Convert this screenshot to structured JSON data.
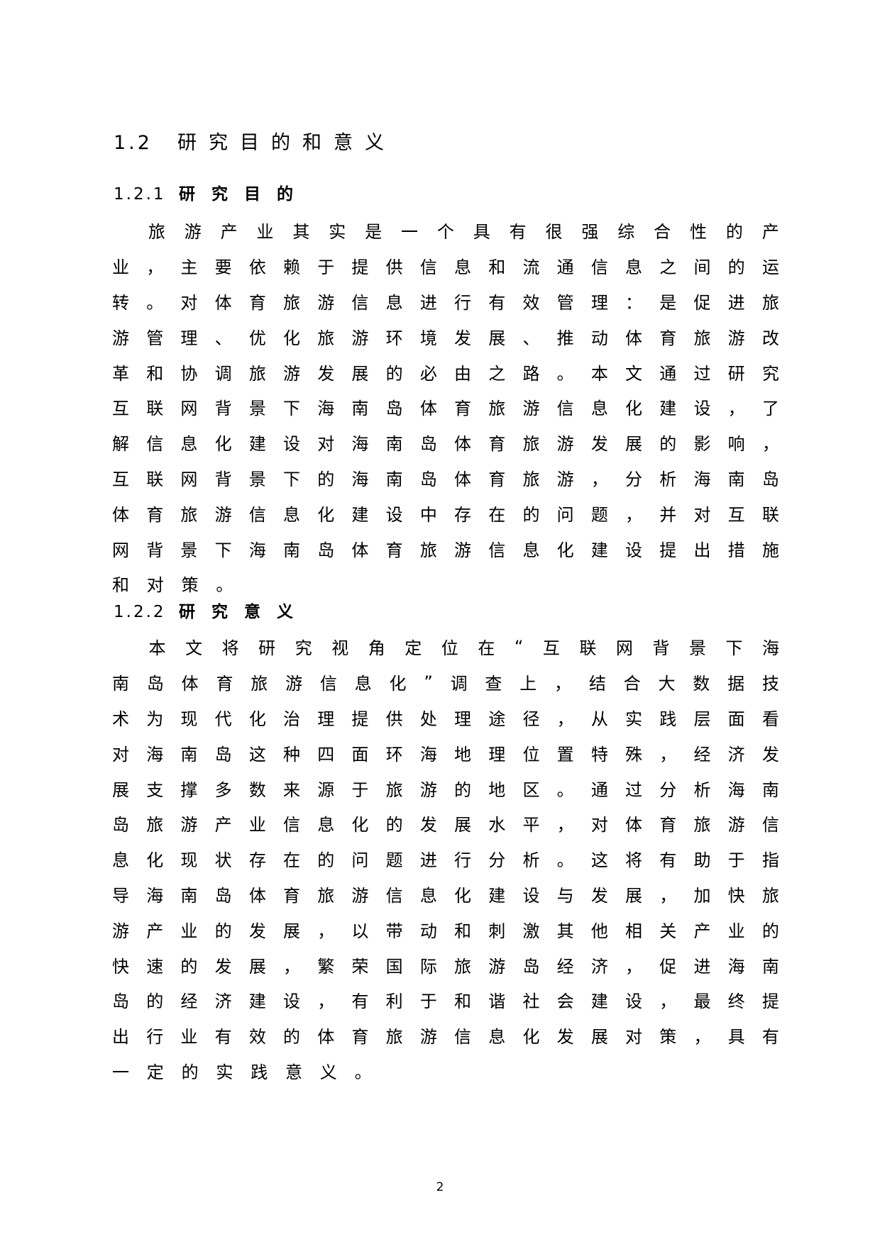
{
  "document": {
    "section": {
      "number": "1.2",
      "title": "研究目的和意义"
    },
    "subsections": [
      {
        "number": "1.2.1",
        "title": "研究目的",
        "lines": [
          "　旅游产业其实是一个具有很强综合性的产",
          "业，主要依赖于提供信息和流通信息之间的运",
          "转。对体育旅游信息进行有效管理：是促进旅",
          "游管理、优化旅游环境发展、推动体育旅游改",
          "革和协调旅游发展的必由之路。本文通过研究",
          "互联网背景下海南岛体育旅游信息化建设，了",
          "解信息化建设对海南岛体育旅游发展的影响，",
          "互联网背景下的海南岛体育旅游，分析海南岛",
          "体育旅游信息化建设中存在的问题，并对互联",
          "网背景下海南岛体育旅游信息化建设提出措施",
          "和对策。"
        ]
      },
      {
        "number": "1.2.2",
        "title": "研究意义",
        "lines": [
          "　本文将研究视角定位在“互联网背景下海",
          "南岛体育旅游信息化”调查上，结合大数据技",
          "术为现代化治理提供处理途径，从实践层面看",
          "对海南岛这种四面环海地理位置特殊，经济发",
          "展支撑多数来源于旅游的地区。通过分析海南",
          "岛旅游产业信息化的发展水平，对体育旅游信",
          "息化现状存在的问题进行分析。这将有助于指",
          "导海南岛体育旅游信息化建设与发展，加快旅",
          "游产业的发展，以带动和刺激其他相关产业的",
          "快速的发展，繁荣国际旅游岛经济，促进海南",
          "岛的经济建设，有利于和谐社会建设，最终提",
          "出行业有效的体育旅游信息化发展对策，具有",
          "一定的实践意义。"
        ]
      }
    ],
    "page_number": "2"
  }
}
